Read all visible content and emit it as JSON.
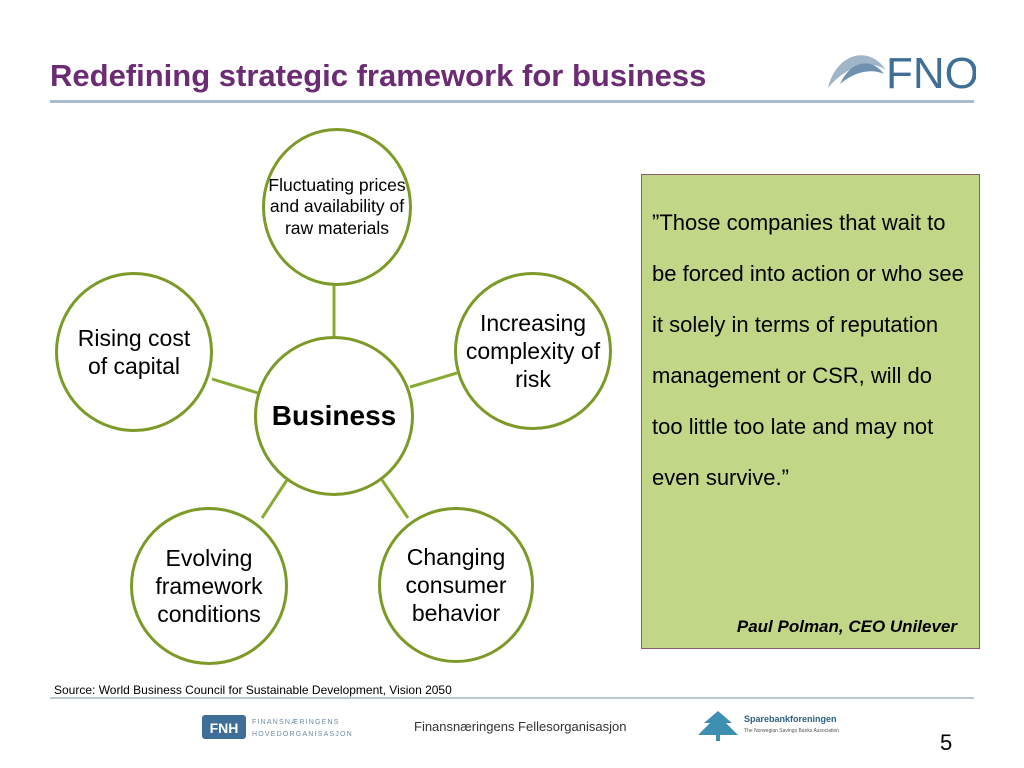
{
  "header": {
    "title": "Redefining strategic framework for business",
    "logo_text": "FNO"
  },
  "diagram": {
    "center": "Business",
    "nodes": [
      {
        "label": "Fluctuating prices and availability of raw materials"
      },
      {
        "label": "Increasing complexity of risk"
      },
      {
        "label": "Changing consumer behavior"
      },
      {
        "label": "Evolving framework conditions"
      },
      {
        "label": "Rising cost of capital"
      }
    ]
  },
  "quote": {
    "text": "”Those companies that wait to be forced into action or who see it solely in terms of reputation management or CSR, will do too little too late and may not even survive.”",
    "author": "Paul Polman, CEO Unilever"
  },
  "footer": {
    "source": "Source: World Business Council for Sustainable Development, Vision 2050",
    "logo_fnh": "FNH",
    "logo_fnh_line1": "FINANSNÆRINGENS",
    "logo_fnh_line2": "HOVEDORGANISASJON",
    "logo_center": "Finansnæringens Fellesorganisasjon",
    "logo_spare_name": "Sparebankforeningen",
    "logo_spare_sub": "The Norwegian Savings Banks Association",
    "page_number": "5"
  },
  "colors": {
    "title": "#6b2c74",
    "circle_border": "#7d9a28",
    "quote_background": "#c2d687",
    "logo_blue": "#3f6f97"
  }
}
